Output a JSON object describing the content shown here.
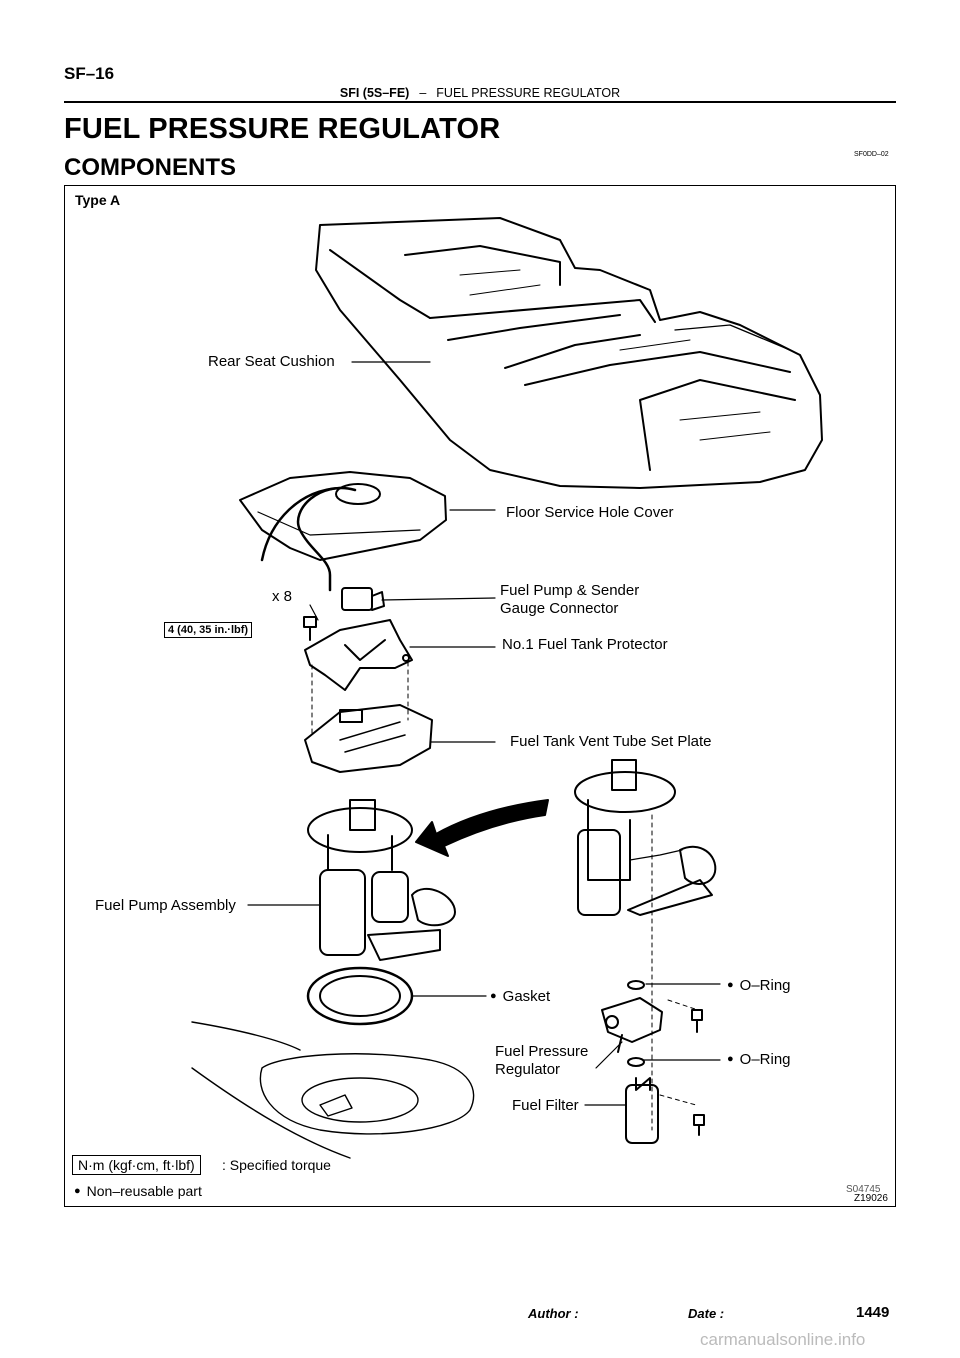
{
  "header": {
    "page_code": "SF–16",
    "section": "SFI (5S–FE)",
    "separator": "–",
    "subsection": "FUEL PRESSURE REGULATOR"
  },
  "title": "FUEL PRESSURE REGULATOR",
  "section_title": "COMPONENTS",
  "doc_code": "SF0DD–02",
  "figure": {
    "type_label": "Type A",
    "labels": {
      "rear_seat_cushion": "Rear Seat Cushion",
      "floor_service_hole_cover": "Floor Service Hole Cover",
      "bolt_count": "x 8",
      "connector_line1": "Fuel Pump & Sender",
      "connector_line2": "Gauge Connector",
      "torque_value": "4 (40, 35 in.·lbf)",
      "tank_protector": "No.1 Fuel Tank Protector",
      "vent_tube_set_plate": "Fuel Tank Vent Tube Set Plate",
      "fuel_pump_assembly": "Fuel Pump Assembly",
      "gasket": "Gasket",
      "o_ring_upper": "O–Ring",
      "regulator_line1": "Fuel  Pressure",
      "regulator_line2": "Regulator",
      "o_ring_lower": "O–Ring",
      "fuel_filter": "Fuel Filter"
    },
    "legend": {
      "torque_unit": "N·m (kgf·cm, ft·lbf)",
      "torque_text": ": Specified torque",
      "nonreusable_text": "Non–reusable part"
    },
    "codes": [
      "S04745",
      "Z19026"
    ]
  },
  "footer": {
    "author_label": "Author :",
    "date_label": "Date :",
    "page_number": "1449"
  },
  "watermark": "carmanualsonline.info"
}
